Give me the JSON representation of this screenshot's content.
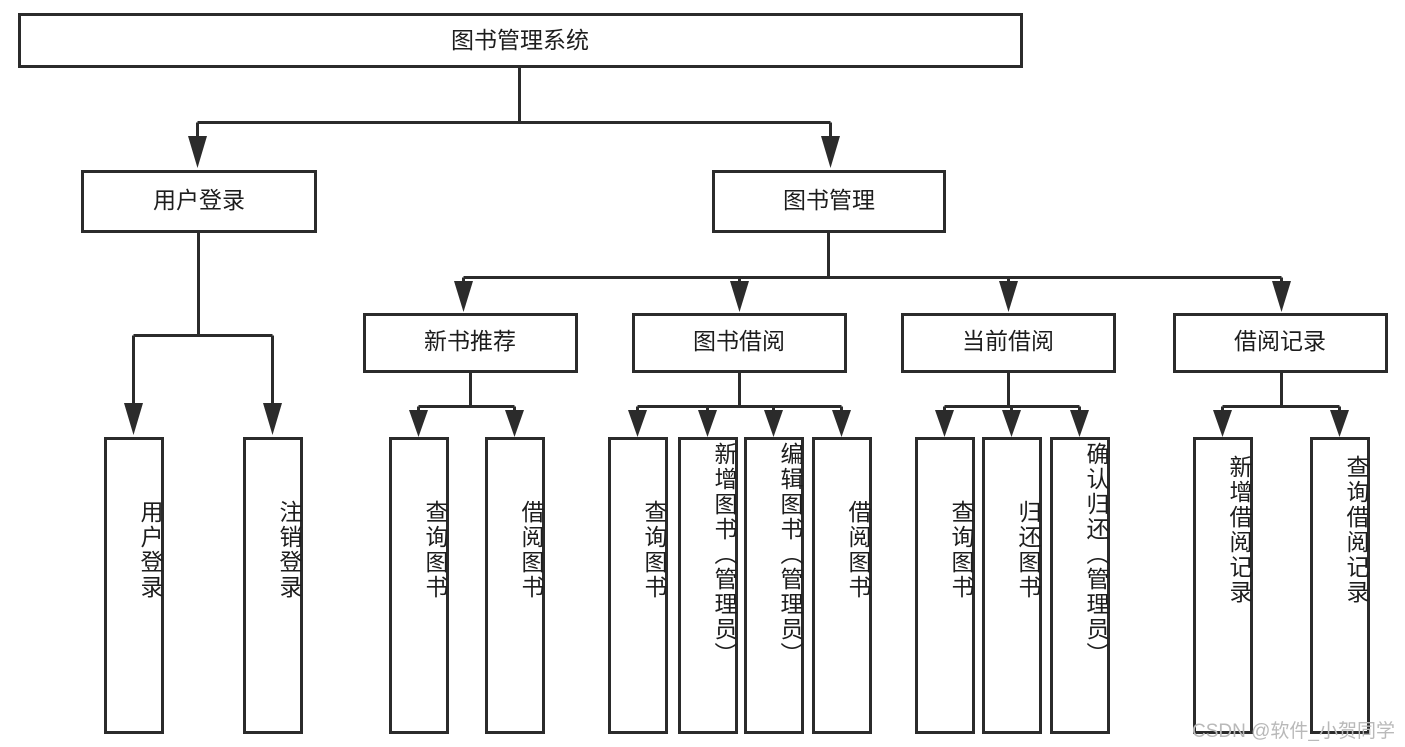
{
  "diagram": {
    "title": "图书管理系统",
    "type": "tree",
    "root": {
      "id": "root",
      "label": "图书管理系统"
    },
    "level2": [
      {
        "id": "user-login",
        "label": "用户登录"
      },
      {
        "id": "book-manage",
        "label": "图书管理"
      }
    ],
    "level3": [
      {
        "id": "new-book-recommend",
        "label": "新书推荐",
        "parent": "book-manage"
      },
      {
        "id": "book-borrow",
        "label": "图书借阅",
        "parent": "book-manage"
      },
      {
        "id": "current-borrow",
        "label": "当前借阅",
        "parent": "book-manage"
      },
      {
        "id": "borrow-record",
        "label": "借阅记录",
        "parent": "book-manage"
      }
    ],
    "leaves": [
      {
        "id": "leaf-user-login",
        "label": "用户登录",
        "parent": "user-login"
      },
      {
        "id": "leaf-logout-login",
        "label": "注销登录",
        "parent": "user-login"
      },
      {
        "id": "leaf-query-book-1",
        "label": "查询图书",
        "parent": "new-book-recommend"
      },
      {
        "id": "leaf-borrow-book-1",
        "label": "借阅图书",
        "parent": "new-book-recommend"
      },
      {
        "id": "leaf-query-book-2",
        "label": "查询图书",
        "parent": "book-borrow"
      },
      {
        "id": "leaf-add-book",
        "label": "新增图书（管理员）",
        "parent": "book-borrow"
      },
      {
        "id": "leaf-edit-book",
        "label": "编辑图书（管理员）",
        "parent": "book-borrow"
      },
      {
        "id": "leaf-borrow-book-2",
        "label": "借阅图书",
        "parent": "book-borrow"
      },
      {
        "id": "leaf-query-book-3",
        "label": "查询图书",
        "parent": "current-borrow"
      },
      {
        "id": "leaf-return-book",
        "label": "归还图书",
        "parent": "current-borrow"
      },
      {
        "id": "leaf-confirm-return",
        "label": "确认归还（管理员）",
        "parent": "current-borrow"
      },
      {
        "id": "leaf-add-record",
        "label": "新增借阅记录",
        "parent": "borrow-record"
      },
      {
        "id": "leaf-query-record",
        "label": "查询借阅记录",
        "parent": "borrow-record"
      }
    ]
  },
  "watermark": {
    "text": "CSDN @软件_小贺同学"
  },
  "colors": {
    "stroke": "#2b2b2b",
    "box_fill": "#ffffff",
    "text": "#1d1d1d",
    "background": "#ffffff",
    "watermark": "#b9b9b9"
  }
}
